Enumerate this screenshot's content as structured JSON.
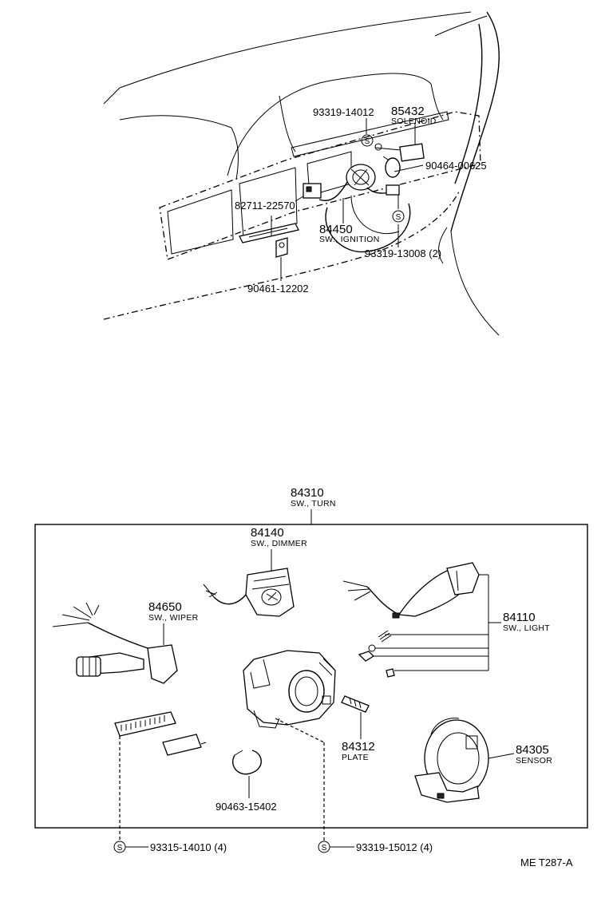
{
  "top_parts": {
    "p93319_14012": "93319-14012",
    "p85432": "85432",
    "p85432_desc": "SOLENOID",
    "p90464_00625": "90464-00625",
    "p82711_22570": "82711-22570",
    "p84450": "84450",
    "p84450_desc": "SW., IGNITION",
    "p93319_13008": "93319-13008 (2)",
    "p90461_12202": "90461-12202",
    "s_symbol": "S"
  },
  "bottom_parts": {
    "p84310": "84310",
    "p84310_desc": "SW., TURN",
    "p84140": "84140",
    "p84140_desc": "SW., DIMMER",
    "p84650": "84650",
    "p84650_desc": "SW., WIPER",
    "p84110": "84110",
    "p84110_desc": "SW., LIGHT",
    "p84312": "84312",
    "p84312_desc": "PLATE",
    "p84305": "84305",
    "p84305_desc": "SENSOR",
    "p90463_15402": "90463-15402",
    "p93315_14010": "93315-14010 (4)",
    "p93319_15012": "93319-15012 (4)",
    "s_symbol": "S"
  },
  "figure_code": "ME T287-A"
}
